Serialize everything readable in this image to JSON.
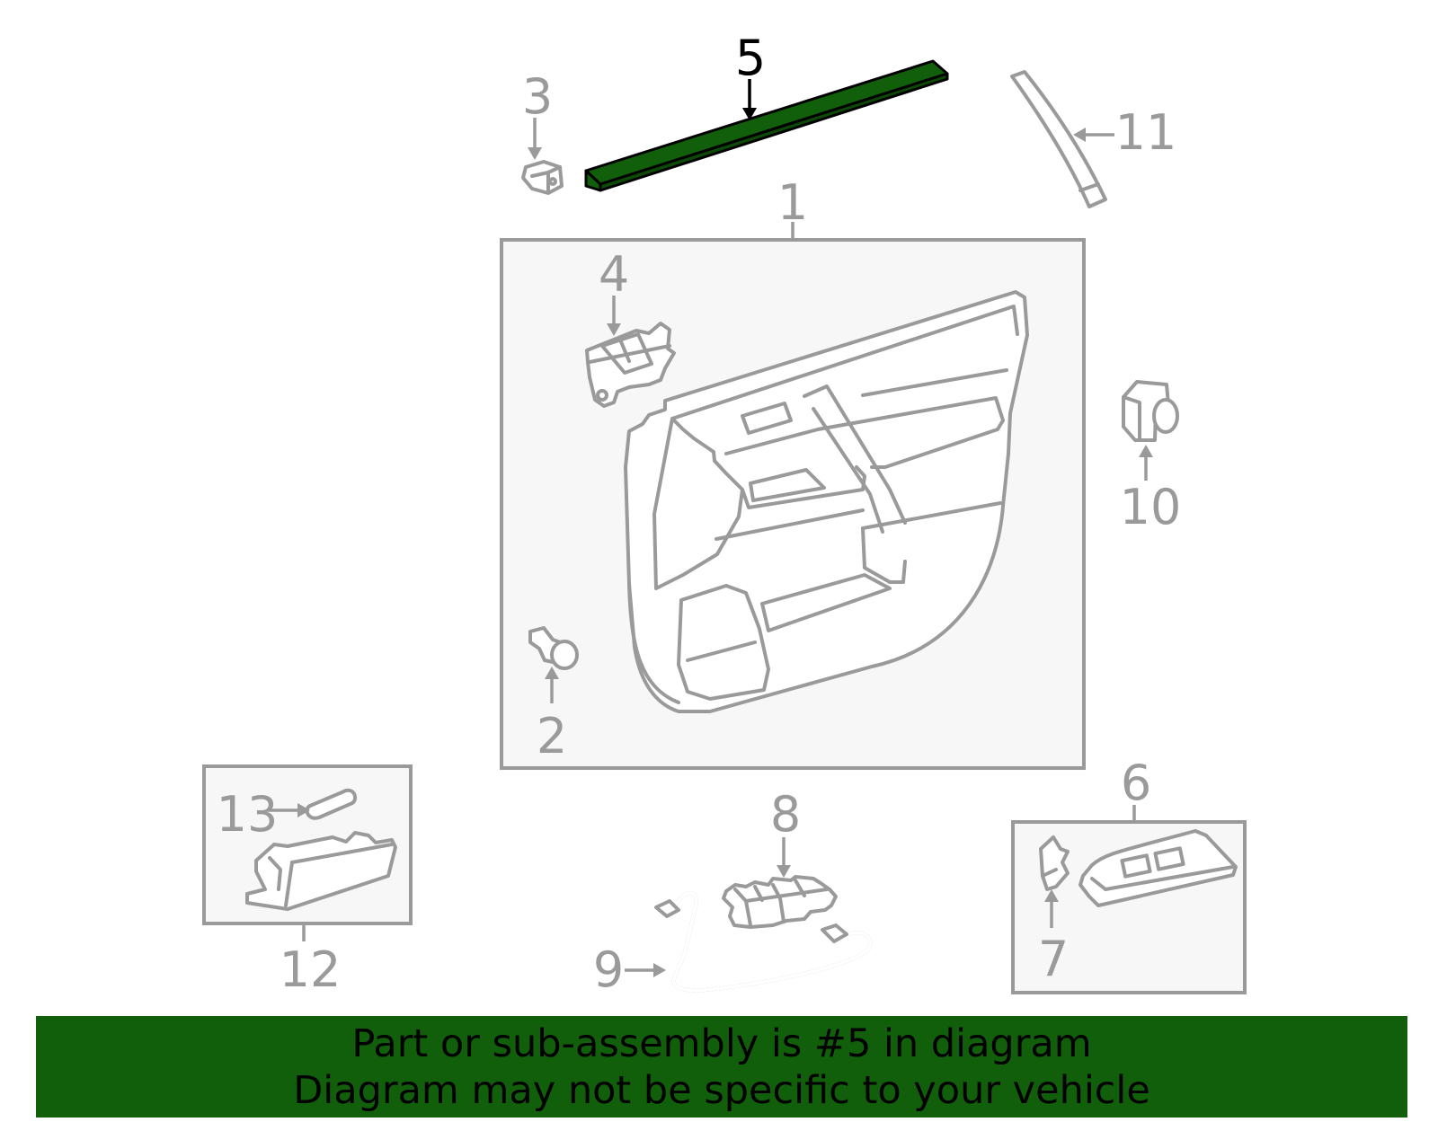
{
  "diagram": {
    "highlight_color": "#115f0a",
    "line_color": "#9a9a9a",
    "callouts": [
      {
        "id": "1",
        "label": "1"
      },
      {
        "id": "2",
        "label": "2"
      },
      {
        "id": "3",
        "label": "3"
      },
      {
        "id": "4",
        "label": "4"
      },
      {
        "id": "5",
        "label": "5",
        "highlighted": true
      },
      {
        "id": "6",
        "label": "6"
      },
      {
        "id": "7",
        "label": "7"
      },
      {
        "id": "8",
        "label": "8"
      },
      {
        "id": "9",
        "label": "9"
      },
      {
        "id": "10",
        "label": "10"
      },
      {
        "id": "11",
        "label": "11"
      },
      {
        "id": "12",
        "label": "12"
      },
      {
        "id": "13",
        "label": "13"
      }
    ]
  },
  "banner": {
    "line1": "Part or sub-assembly is #5 in diagram",
    "line2": "Diagram may not be specific to your vehicle",
    "background": "#115f0a"
  }
}
